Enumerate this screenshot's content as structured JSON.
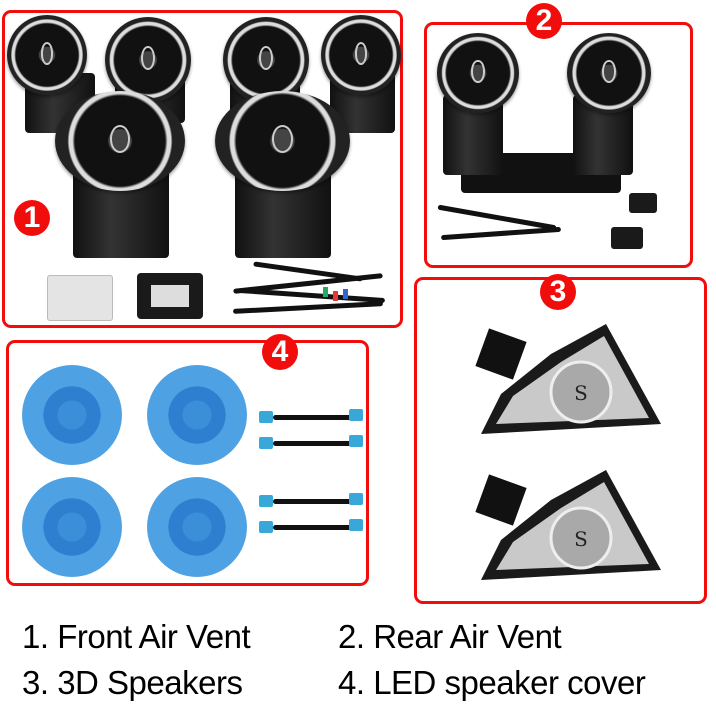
{
  "sections": [
    {
      "badge": "1",
      "name": "Front Air Vent"
    },
    {
      "badge": "2",
      "name": "Rear Air Vent"
    },
    {
      "badge": "3",
      "name": "3D Speakers"
    },
    {
      "badge": "4",
      "name": "LED speaker cover"
    }
  ],
  "captions": {
    "line1_left": "1. Front Air Vent",
    "line1_right": "2. Rear Air Vent",
    "line2_left": "3. 3D Speakers",
    "line2_right": "4. LED speaker cover"
  },
  "colors": {
    "frame_red": "#f20d0d",
    "speaker_blue": "#3b8fd9"
  }
}
